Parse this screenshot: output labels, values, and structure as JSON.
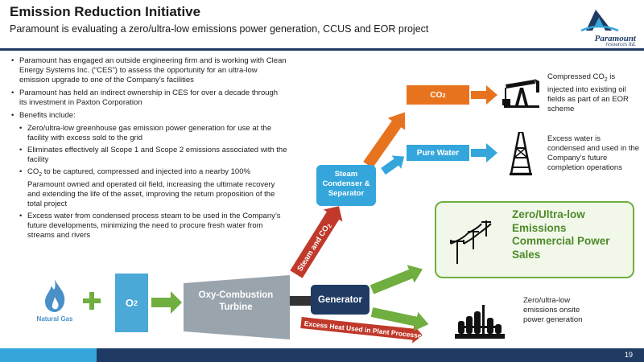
{
  "header": {
    "title": "Emission Reduction Initiative",
    "subtitle": "Paramount is evaluating a zero/ultra-low emissions power generation, CCUS and EOR project"
  },
  "logo": {
    "name": "Paramount",
    "sub": "resources ltd."
  },
  "bullets": {
    "b1": "Paramount has engaged an outside engineering firm and is working with Clean Energy Systems Inc. (“CES”) to assess the opportunity for an ultra-low emission upgrade to one of the Company’s facilities",
    "b2": "Paramount has held an indirect ownership in CES for over a decade through its investment in Paxton Corporation",
    "b3": "Benefits include:",
    "s1": "Zero/ultra-low greenhouse gas emission power generation for use at the facility with excess sold to the grid",
    "s2": "Eliminates effectively all Scope 1 and Scope 2 emissions associated with the facility",
    "s3_pre": "CO",
    "s3_sub": "2",
    "s3_post": " to be captured, compressed and injected into a nearby 100% Paramount owned and operated oil field, increasing the ultimate recovery and extending the life of the asset, improving the return proposition of the total project",
    "s4": "Excess water from condensed process steam to be used in the Company’s future developments, minimizing the need to procure fresh water from streams and rivers"
  },
  "diagram": {
    "natural_gas": "Natural Gas",
    "o2_main": "O",
    "o2_sub": "2",
    "turbine": "Oxy-Combustion Turbine",
    "generator": "Generator",
    "steam": "Steam Condenser & Separator",
    "steam_arrow_pre": "Steam and CO",
    "steam_arrow_sub": "2",
    "heat_arrow": "Excess Heat Used in Plant Processes",
    "co2_main": "CO",
    "co2_sub": "2",
    "water": "Pure Water",
    "co2_desc_pre": "Compressed CO",
    "co2_desc_sub": "2",
    "co2_desc_post": " is injected into existing oil fields as part of an EOR scheme",
    "water_desc": "Excess water is condensed and used in the Company’s future completion operations",
    "sales": "Zero/Ultra-low Emissions Commercial Power Sales",
    "onsite": "Zero/ultra-low emissions onsite power generation"
  },
  "footer": {
    "page": "19"
  },
  "colors": {
    "navy": "#1f3b63",
    "blue": "#34a6dc",
    "orange": "#e8731e",
    "green": "#6fae3f",
    "red": "#c0392b",
    "turbine": "#9aa4ad"
  },
  "icons": [
    "flame-icon",
    "plus-icon",
    "pumpjack-icon",
    "drilling-rig-icon",
    "power-pylon-icon",
    "factory-icon",
    "paramount-logo"
  ]
}
